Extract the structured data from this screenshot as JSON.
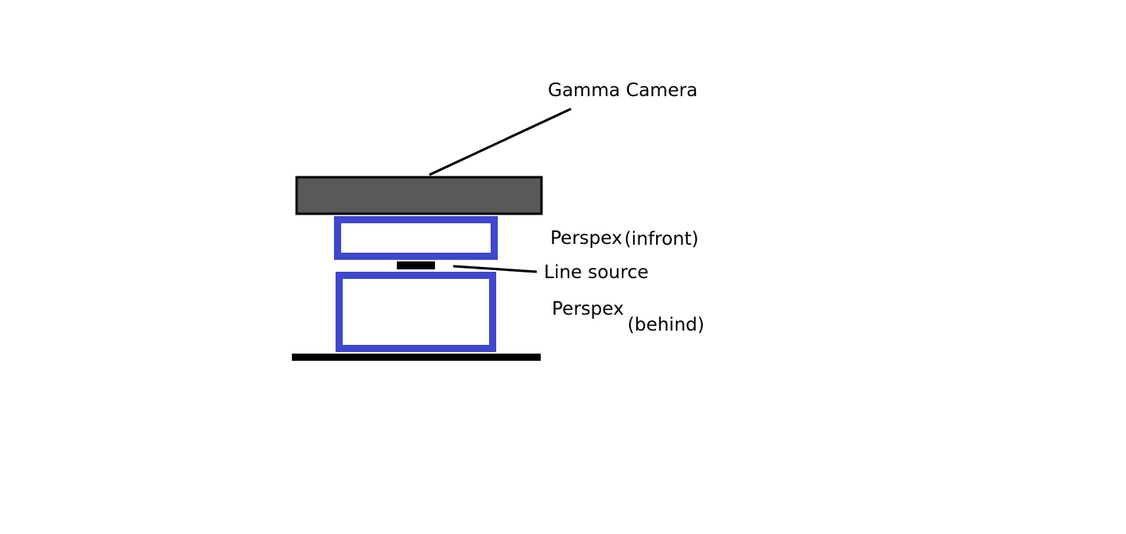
{
  "labels": {
    "gamma_camera": "Gamma Camera",
    "perspex_front_word": "Perspex",
    "perspex_front_qualifier": "(infront)",
    "line_source": "Line source",
    "perspex_behind_word": "Perspex",
    "perspex_behind_qualifier": "(behind)"
  },
  "colors": {
    "camera_fill": "#595959",
    "outline": "#000000",
    "perspex": "#4047cc",
    "background": "#ffffff"
  }
}
